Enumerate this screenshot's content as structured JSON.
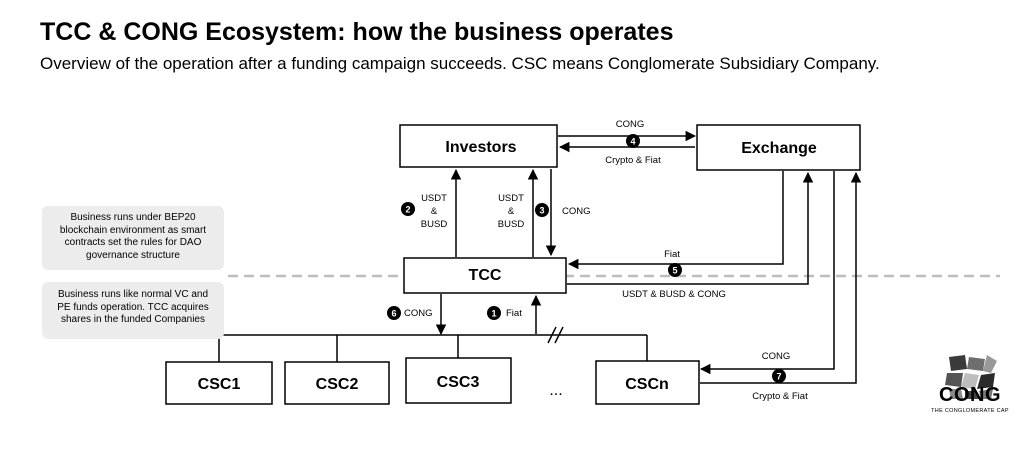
{
  "title": "TCC & CONG Ecosystem: how the business operates",
  "subtitle": "Overview of the operation after a funding campaign succeeds. CSC means Conglomerate Subsidiary Company.",
  "nodes": {
    "investors": "Investors",
    "exchange": "Exchange",
    "tcc": "TCC",
    "csc1": "CSC1",
    "csc2": "CSC2",
    "csc3": "CSC3",
    "ellipsis": "...",
    "cscn": "CSCn"
  },
  "flows": {
    "f1": {
      "step": "1",
      "label": "Fiat"
    },
    "f2": {
      "step": "2",
      "label_lines": [
        "USDT",
        "&",
        "BUSD"
      ]
    },
    "f3": {
      "step": "3",
      "label": "CONG",
      "label_lines": [
        "USDT",
        "&",
        "BUSD"
      ]
    },
    "f4": {
      "step": "4",
      "label_top": "CONG",
      "label_bottom": "Crypto & Fiat"
    },
    "f5": {
      "step": "5",
      "label_top": "Fiat",
      "label_bottom": "USDT & BUSD & CONG"
    },
    "f6": {
      "step": "6",
      "label": "CONG"
    },
    "f7": {
      "step": "7",
      "label_top": "CONG",
      "label_bottom": "Crypto & Fiat"
    }
  },
  "notes": {
    "top": [
      "Business runs under BEP20",
      "blockchain environment as smart",
      "contracts set the rules for DAO",
      "governance structure"
    ],
    "bottom": [
      "Business runs like normal VC and",
      "PE funds operation. TCC acquires",
      "shares in the funded Companies"
    ]
  },
  "logo": {
    "icon": "cong-mosaic-logo",
    "word": "CONG",
    "tagline": "THE CONGLOMERATE CAP"
  }
}
